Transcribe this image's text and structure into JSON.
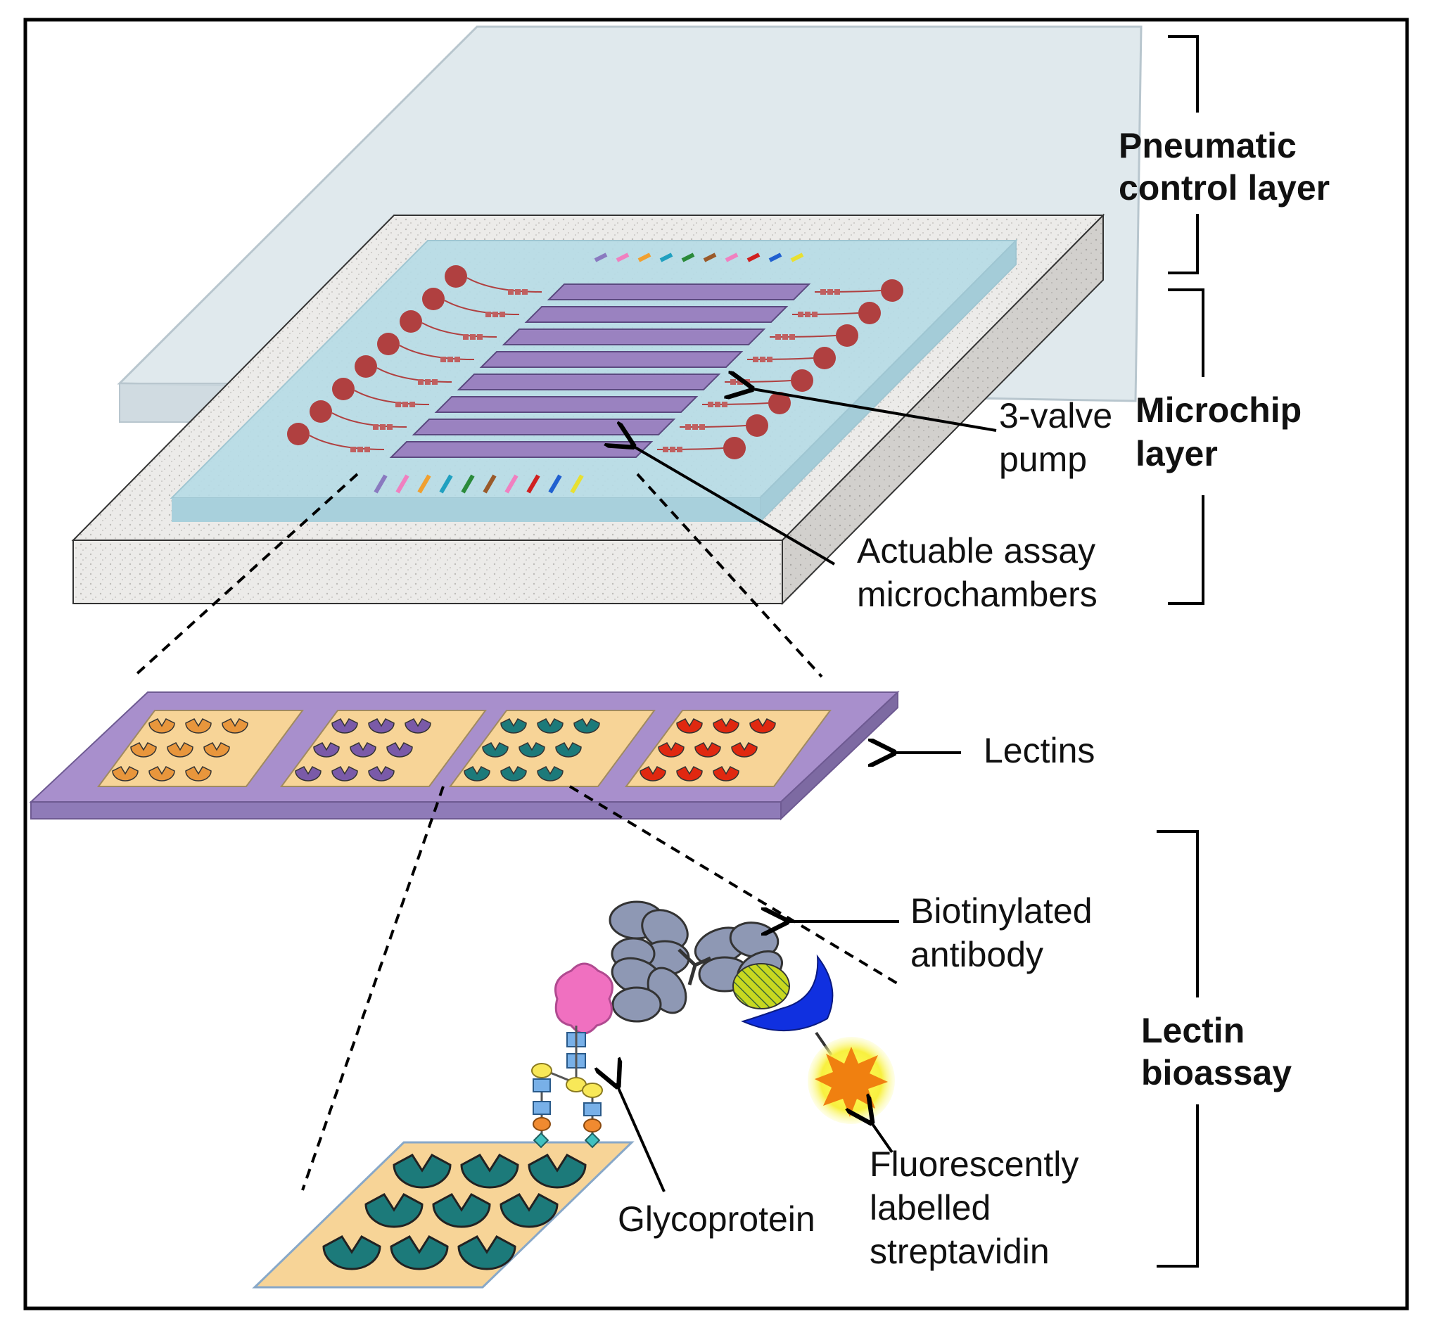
{
  "layers": {
    "pneumatic": {
      "line1": "Pneumatic",
      "line2": "control layer"
    },
    "microchip": {
      "line1": "Microchip",
      "line2": "layer"
    },
    "bioassay": {
      "line1": "Lectin",
      "line2": "bioassay"
    }
  },
  "labels": {
    "pump": {
      "line1": "3-valve",
      "line2": "pump"
    },
    "chambers": {
      "line1": "Actuable assay",
      "line2": "microchambers"
    },
    "lectins": "Lectins",
    "antibody": {
      "line1": "Biotinylated",
      "line2": "antibody"
    },
    "glycoprotein": "Glycoprotein",
    "streptavidin": {
      "line1": "Fluorescently",
      "line2": "labelled",
      "line3": "streptavidin"
    }
  },
  "colors": {
    "chip_purple": "#9a82c0",
    "chamber_pad": "#f7d497",
    "inlet_red": "#b04040",
    "lectin_orange": "#e8963c",
    "lectin_violet": "#7a5aa8",
    "lectin_teal": "#1c7a7a",
    "lectin_red": "#e02810",
    "streptavidin_blue": "#1030e0",
    "glycan_pink": "#f070c0"
  }
}
